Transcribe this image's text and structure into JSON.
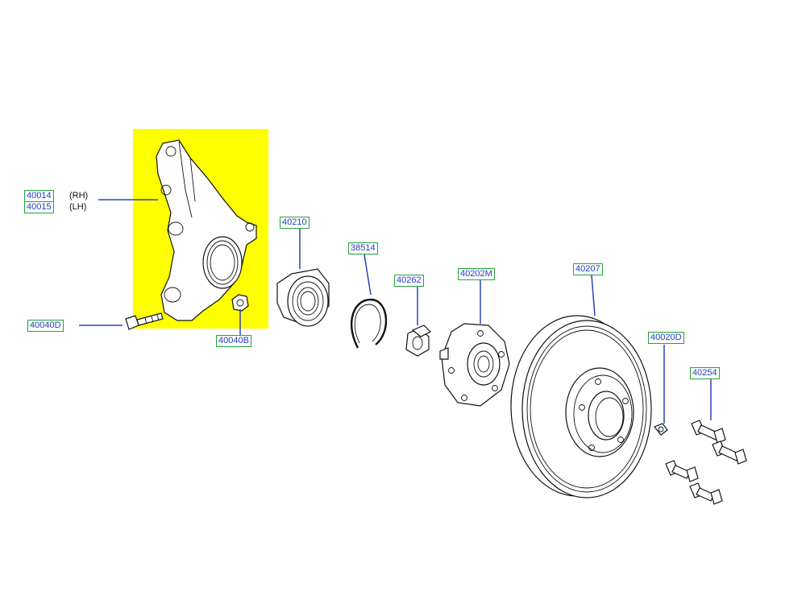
{
  "highlight_color": "#ffff00",
  "label_text_color": "#1f3fc4",
  "label_border_color": "#22a33a",
  "leader_color": "#2b44b8",
  "parts": {
    "knuckle_rh": {
      "number": "40014",
      "side": "(RH)"
    },
    "knuckle_lh": {
      "number": "40015",
      "side": "(LH)"
    },
    "knuckle_bolt": {
      "number": "40040D"
    },
    "knuckle_nut": {
      "number": "40040B"
    },
    "wheel_bearing": {
      "number": "40210"
    },
    "snap_ring": {
      "number": "38514"
    },
    "hub_nut": {
      "number": "40262"
    },
    "wheel_hub": {
      "number": "40202M"
    },
    "brake_disc": {
      "number": "40207"
    },
    "disc_screw": {
      "number": "40020D"
    },
    "wheel_bolts": {
      "number": "40254"
    }
  }
}
